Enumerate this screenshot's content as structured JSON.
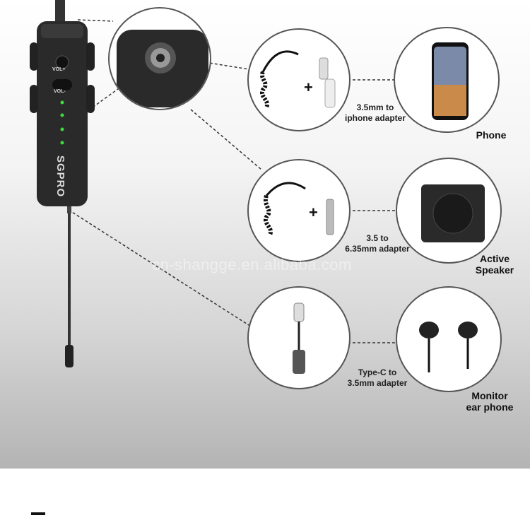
{
  "device": {
    "brand": "SGPRO",
    "vol_up": "VOL+",
    "vol_down": "VOL-"
  },
  "connections": [
    {
      "cable_label": "3.5mm to\niphone adapter",
      "target": "Phone",
      "cable_icon": "coiled-cable-lightning-adapter-icon",
      "target_icon": "smartphone-icon"
    },
    {
      "cable_label": "3.5 to\n6.35mm adapter",
      "target": "Active\nSpeaker",
      "cable_icon": "coiled-cable-jack-adapter-icon",
      "target_icon": "speaker-icon"
    },
    {
      "cable_label": "Type-C to\n3.5mm adapter",
      "target": "Monitor\near phone",
      "cable_icon": "type-c-adapter-icon",
      "target_icon": "earphones-icon"
    }
  ],
  "plus_sign": "+",
  "watermark": "cn-shangge.en.alibaba.com",
  "colors": {
    "led_green": "#3ddc3d",
    "device_body": "#2a2a2a"
  }
}
